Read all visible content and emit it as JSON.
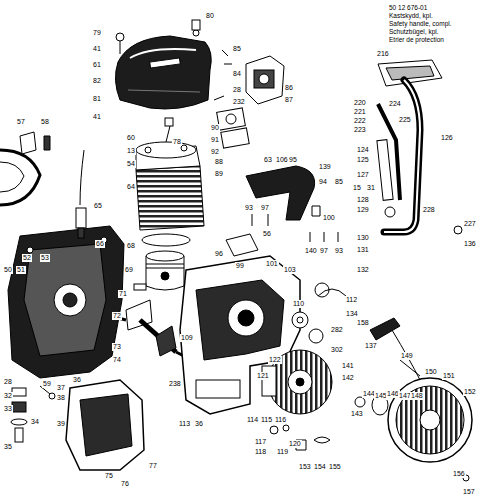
{
  "diagram": {
    "labels": [
      "50 12 676-01",
      "Kastskydd, kpl.",
      "Safety handle, compl.",
      "Schutzbügel, kpl.",
      "Etrier de protection",
      "79",
      "41",
      "61",
      "82",
      "81",
      "41",
      "80",
      "85",
      "84",
      "28",
      "232",
      "86",
      "87",
      "57",
      "58",
      "60",
      "78",
      "90",
      "91",
      "92",
      "13",
      "54",
      "88",
      "89",
      "64",
      "65",
      "66",
      "68",
      "63",
      "106",
      "95",
      "139",
      "94",
      "85",
      "93",
      "97",
      "100",
      "56",
      "140",
      "97",
      "93",
      "96",
      "99",
      "101",
      "103",
      "50",
      "51",
      "52",
      "53",
      "69",
      "71",
      "72",
      "73",
      "74",
      "109",
      "238",
      "28",
      "59",
      "36",
      "37",
      "38",
      "32",
      "33",
      "34",
      "35",
      "39",
      "75",
      "77",
      "76",
      "110",
      "112",
      "134",
      "282",
      "302",
      "141",
      "142",
      "121",
      "122",
      "113",
      "36",
      "114",
      "115",
      "116",
      "117",
      "118",
      "119",
      "120",
      "153",
      "154",
      "155",
      "158",
      "137",
      "149",
      "143",
      "144",
      "145",
      "146",
      "147",
      "148",
      "150",
      "151",
      "152",
      "156",
      "157",
      "216",
      "220",
      "221",
      "222",
      "223",
      "224",
      "225",
      "126",
      "124",
      "125",
      "127",
      "15",
      "31",
      "128",
      "129",
      "228",
      "227",
      "136",
      "130",
      "131",
      "132"
    ]
  }
}
